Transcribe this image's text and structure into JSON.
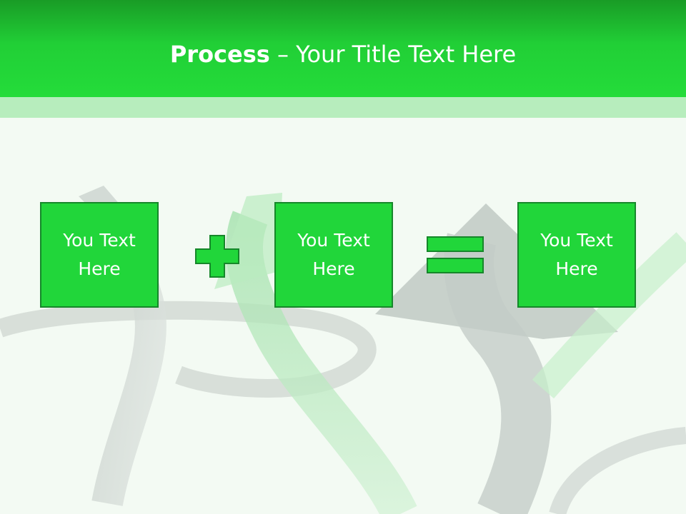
{
  "title": {
    "bold": "Process",
    "rest": " – Your Title Text Here"
  },
  "boxes": [
    {
      "label": "You Text Here"
    },
    {
      "label": "You Text Here"
    },
    {
      "label": "You Text Here"
    }
  ],
  "operators": {
    "plus": "plus-icon",
    "equals": "equals-icon"
  },
  "colors": {
    "header_dark": "#199c26",
    "header_light": "#24dc3a",
    "band": "#b7edbd",
    "box_fill": "#21d63a",
    "box_border": "#16872a",
    "background": "#f3faf3"
  }
}
